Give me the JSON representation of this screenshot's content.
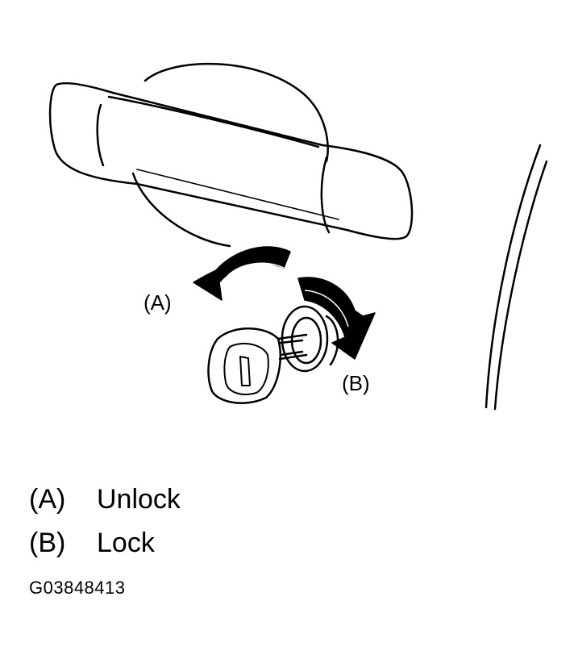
{
  "callouts": {
    "a": "(A)",
    "b": "(B)"
  },
  "legend": [
    {
      "key": "(A)",
      "label": "Unlock"
    },
    {
      "key": "(B)",
      "label": "Lock"
    }
  ],
  "figure_id": "G03848413"
}
